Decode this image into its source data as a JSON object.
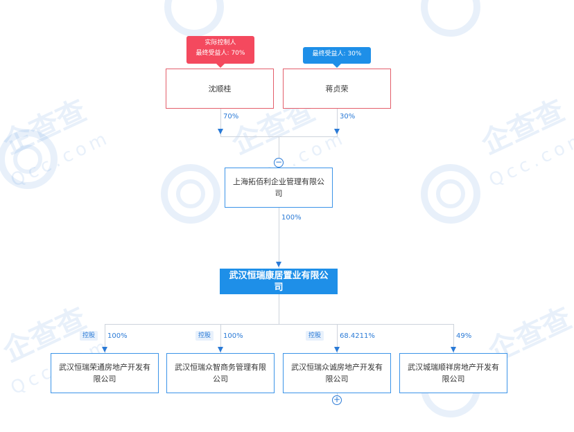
{
  "persons": [
    {
      "name": "沈顺桂",
      "tag_line1": "实际控制人",
      "tag_line2": "最终受益人: 70%",
      "pct": "70%"
    },
    {
      "name": "蒋贞荣",
      "tag_line1": "最终受益人: 30%",
      "pct": "30%"
    }
  ],
  "holding": {
    "name": "上海拓佰利企业管理有限公司",
    "pct": "100%"
  },
  "main_company": "武汉恒瑞康居置业有限公司",
  "subsidiaries": [
    {
      "name": "武汉恒瑞荣通房地产开发有限公司",
      "tag": "控股",
      "pct": "100%"
    },
    {
      "name": "武汉恒瑞众智商务管理有限公司",
      "tag": "控股",
      "pct": "100%"
    },
    {
      "name": "武汉恒瑞众诚房地产开发有限公司",
      "tag": "控股",
      "pct": "68.4211%"
    },
    {
      "name": "武汉城瑞顺祥房地产开发有限公司",
      "tag": "",
      "pct": "49%"
    }
  ],
  "controls": {
    "collapse": "−",
    "expand": "+"
  },
  "watermark": {
    "brand": "企查查",
    "domain": "Qcc.com"
  },
  "colors": {
    "red": "#f4495e",
    "blue": "#1e8fe8",
    "line": "#cdd3dc"
  }
}
